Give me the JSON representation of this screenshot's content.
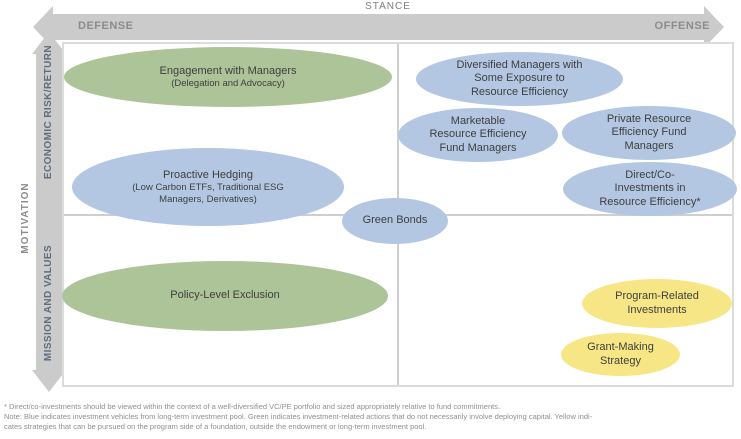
{
  "axes": {
    "stance": {
      "title": "STANCE",
      "left_label": "DEFENSE",
      "right_label": "OFFENSE"
    },
    "motivation": {
      "title": "MOTIVATION",
      "top_label": "ECONOMIC RISK/RETURN",
      "bottom_label": "MISSION AND VALUES"
    }
  },
  "colors": {
    "green_bubble": "#adc499",
    "blue_bubble": "#b4c7e2",
    "yellow_bubble": "#f7e686",
    "arrow_gray": "#cbcbcb",
    "grid_gray": "#cfcfcf",
    "text_dark": "#3e3e3e",
    "text_gray": "#8c8c8c"
  },
  "bubbles": [
    {
      "id": "engagement-with-managers",
      "color": "green",
      "label": "Engagement with Managers",
      "sublabel": "(Delegation and Advocacy)",
      "quadrant": "defense / economic risk-return"
    },
    {
      "id": "proactive-hedging",
      "color": "blue",
      "label": "Proactive Hedging",
      "sublabel": "(Low Carbon ETFs, Traditional ESG\nManagers, Derivatives)",
      "quadrant": "defense / economic risk-return"
    },
    {
      "id": "green-bonds",
      "color": "blue",
      "label": "Green Bonds",
      "quadrant": "center"
    },
    {
      "id": "diversified-managers",
      "color": "blue",
      "label": "Diversified Managers with\nSome Exposure to\nResource Efficiency",
      "quadrant": "offense / economic risk-return"
    },
    {
      "id": "marketable-resource-efficiency-fund-managers",
      "color": "blue",
      "label": "Marketable\nResource Efficiency\nFund Managers",
      "quadrant": "offense / economic risk-return"
    },
    {
      "id": "private-resource-efficiency-fund-managers",
      "color": "blue",
      "label": "Private Resource\nEfficiency Fund\nManagers",
      "quadrant": "offense / economic risk-return"
    },
    {
      "id": "direct-co-investments",
      "color": "blue",
      "label": "Direct/Co-\nInvestments in\nResource Efficiency*",
      "quadrant": "offense / economic risk-return"
    },
    {
      "id": "policy-level-exclusion",
      "color": "green",
      "label": "Policy-Level Exclusion",
      "quadrant": "defense / mission and values"
    },
    {
      "id": "program-related-investments",
      "color": "yellow",
      "label": "Program-Related\nInvestments",
      "quadrant": "offense / mission and values"
    },
    {
      "id": "grant-making-strategy",
      "color": "yellow",
      "label": "Grant-Making\nStrategy",
      "quadrant": "offense / mission and values"
    }
  ],
  "footnotes": {
    "line1": "* Direct/co-investments should be viewed within the context of a well-diversified VC/PE portfolio and sized appropriately relative to fund commitments.",
    "line2": "Note: Blue indicates investment vehicles from long-term investment pool. Green indicates investment-related actions that do not necessarily involve deploying capital. Yellow indi-",
    "line3": "cates strategies that can be pursued on the program side of a foundation, outside the endowment or long-term investment pool."
  }
}
